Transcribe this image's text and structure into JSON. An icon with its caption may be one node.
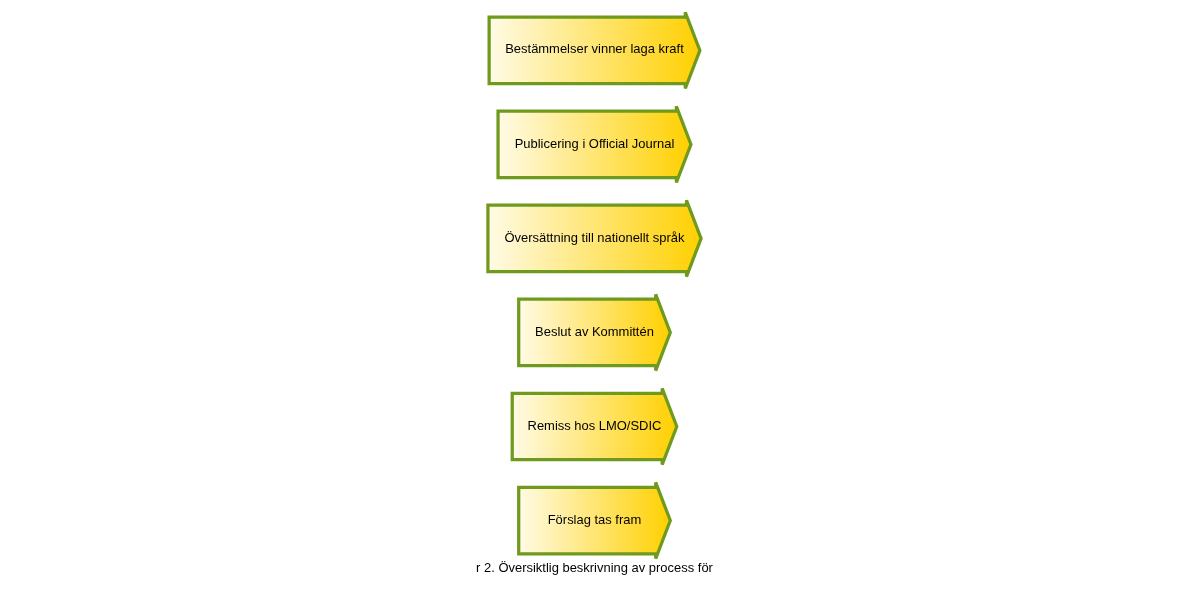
{
  "diagram": {
    "caption": "r 2. Översiktlig beskrivning av process för",
    "nodes": [
      {
        "text": [
          "Förslag tas fram"
        ]
      },
      {
        "text": [
          "Remiss hos LMO/SDIC"
        ]
      },
      {
        "text": [
          "Beslut av Kommittén"
        ]
      },
      {
        "text": [
          "Översättning till nationellt språk"
        ]
      },
      {
        "text": [
          "Publicering i Official Journal"
        ]
      },
      {
        "text": [
          "Bestämmelser vinner laga kraft"
        ]
      }
    ],
    "edges": []
  }
}
